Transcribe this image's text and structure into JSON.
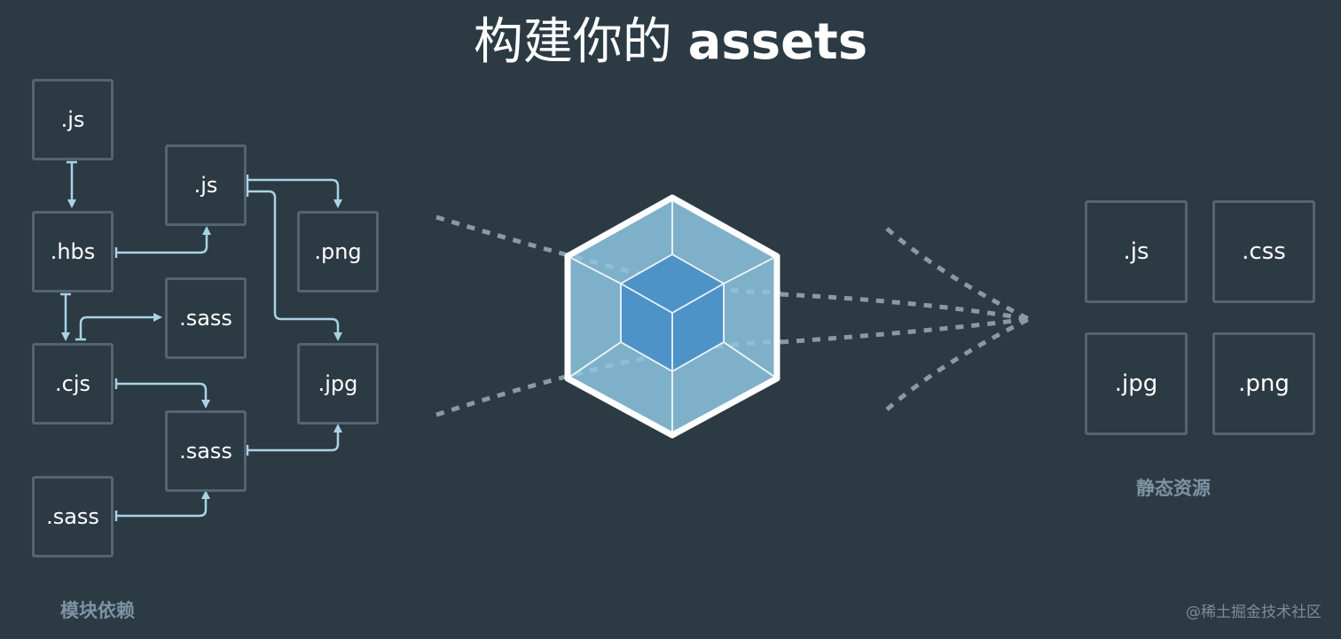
{
  "title": {
    "zh": "构建你的",
    "en": "assets"
  },
  "module_nodes": {
    "js_top": ".js",
    "hbs": ".hbs",
    "cjs": ".cjs",
    "sass_bottom": ".sass",
    "js_mid": ".js",
    "sass_mid": ".sass",
    "sass_low": ".sass",
    "png": ".png",
    "jpg": ".jpg"
  },
  "module_caption": "模块依赖",
  "static_assets": [
    ".js",
    ".css",
    ".jpg",
    ".png"
  ],
  "static_caption": "静态资源",
  "watermark": "@稀土掘金技术社区",
  "colors": {
    "background": "#2c3a44",
    "box_border": "#55656f",
    "arrow": "#a9d3e3",
    "cube_light": "#8ec5e0",
    "cube_dark": "#4e93c8",
    "dash": "#8a9aa4"
  }
}
